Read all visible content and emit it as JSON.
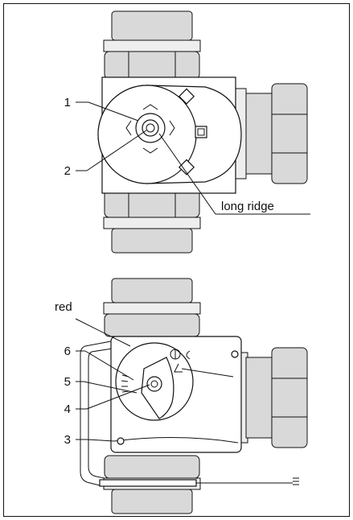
{
  "figure": {
    "top_view": {
      "callouts": {
        "label_1": "1",
        "label_2": "2",
        "long_ridge": "long ridge"
      }
    },
    "bottom_view": {
      "callouts": {
        "red": "red",
        "label_6": "6",
        "label_5": "5",
        "label_4": "4",
        "label_3": "3"
      }
    }
  },
  "colors": {
    "line": "#111111",
    "shade": "#d9d9d9",
    "background": "#ffffff"
  }
}
